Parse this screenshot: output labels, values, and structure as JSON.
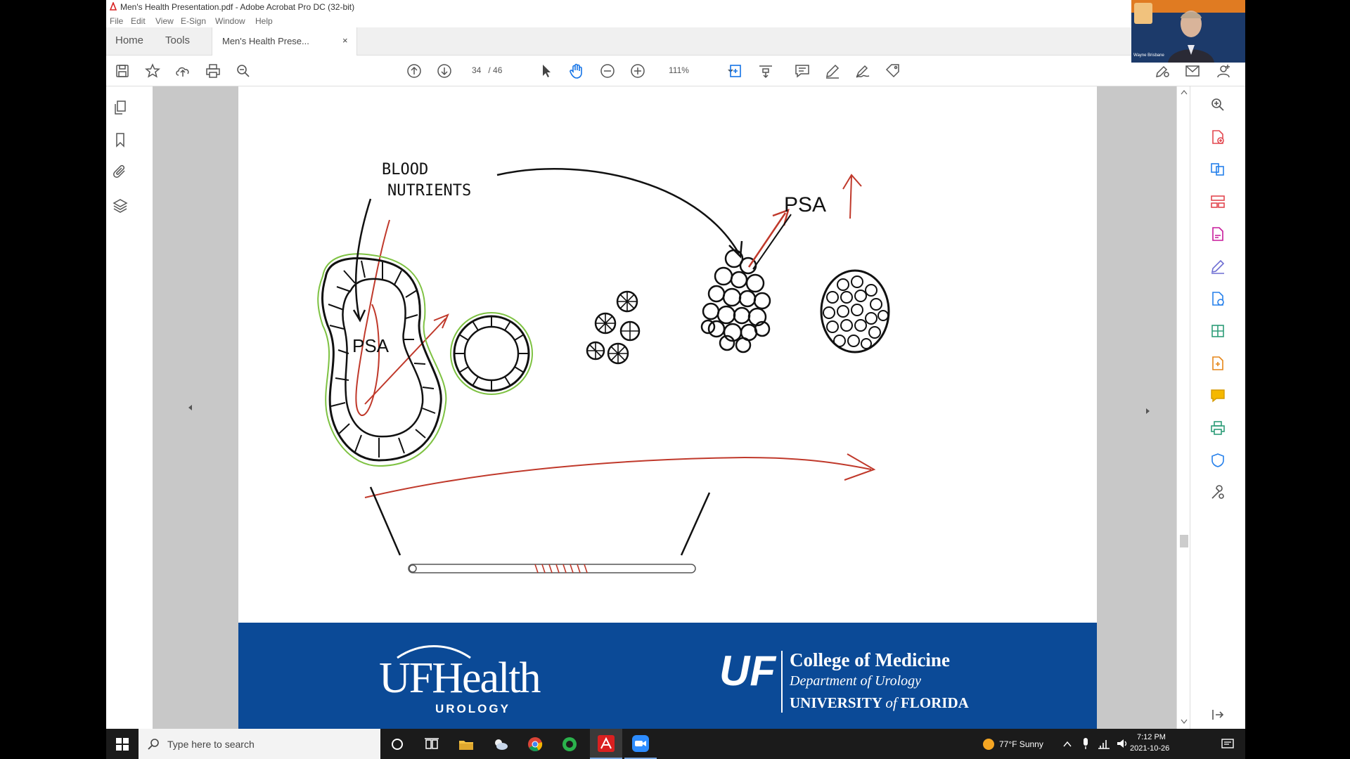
{
  "window": {
    "title": "Men's Health Presentation.pdf - Adobe Acrobat Pro DC (32-bit)"
  },
  "menu": [
    "File",
    "Edit",
    "View",
    "E-Sign",
    "Window",
    "Help"
  ],
  "tabs": {
    "home": "Home",
    "tools": "Tools",
    "document": "Men's Health Prese...",
    "close": "×"
  },
  "toolbar": {
    "page_current": "34",
    "page_total": "/ 46",
    "zoom": "111%"
  },
  "drawing": {
    "blood_line1": "BLOOD",
    "blood_line2": "NUTRIENTS",
    "psa_inside": "PSA",
    "psa_label": "PSA"
  },
  "banner": {
    "ufhealth": "UFHealth",
    "urology": "UROLOGY",
    "uf": "UF",
    "college": "College of Medicine",
    "dept": "Department of Urology",
    "univ_a": "UNIVERSITY ",
    "univ_of": "of",
    "univ_b": " FLORIDA"
  },
  "webcam": {
    "name": "Wayne Brisbane"
  },
  "taskbar": {
    "search_placeholder": "Type here to search",
    "weather": "77°F Sunny",
    "time": "7:12 PM",
    "date": "2021-10-26"
  },
  "colors": {
    "banner_blue": "#0b4a97",
    "drawing_red": "#c0392b",
    "drawing_green": "#7ec242",
    "acrobat_red": "#d92020"
  },
  "icons": {
    "toolbar": [
      "save-icon",
      "bookmark-star-icon",
      "upload-icon",
      "print-icon",
      "search-zoom-icon",
      "page-up-icon",
      "page-down-icon",
      "select-arrow-icon",
      "hand-icon",
      "zoom-out-icon",
      "zoom-in-icon",
      "fit-page-icon",
      "scroll-mode-icon",
      "comment-icon",
      "pen-icon",
      "sign-icon",
      "tag-icon",
      "share-icon",
      "email-icon",
      "account-icon"
    ],
    "left": [
      "pages-icon",
      "bookmark-icon",
      "attachment-icon",
      "layers-icon"
    ],
    "right": [
      "zoom-icon",
      "export-pdf-icon",
      "create-pdf-icon",
      "organize-icon",
      "edit-pdf-icon",
      "fill-sign-icon",
      "export-icon",
      "spreadsheet-icon",
      "combine-icon",
      "comment-icon",
      "print-icon",
      "protect-icon",
      "tools-icon",
      "expand-icon"
    ]
  }
}
